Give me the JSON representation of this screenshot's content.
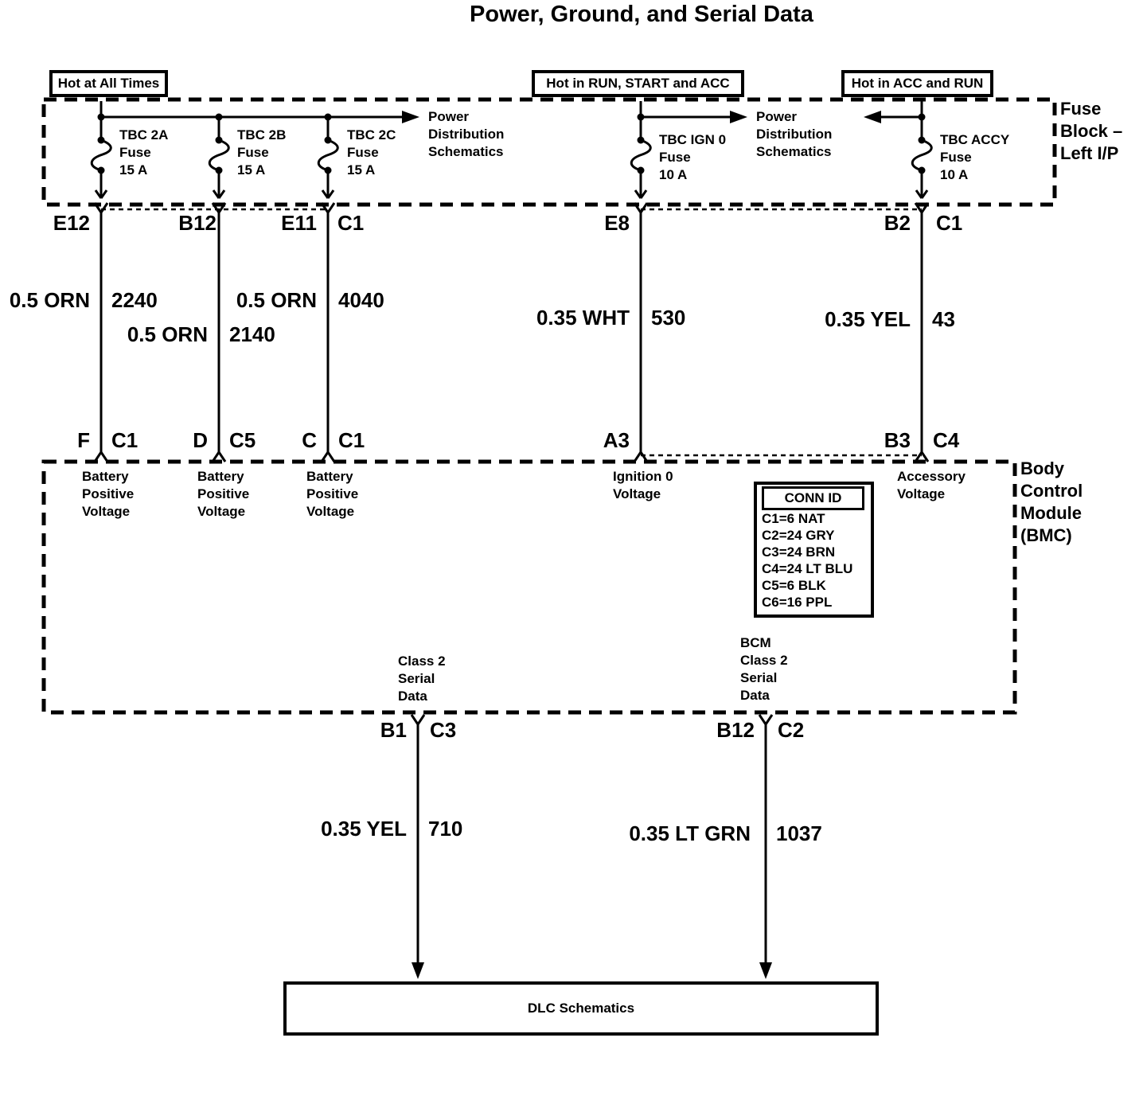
{
  "title": "Power, Ground, and Serial Data",
  "banners": {
    "hot_all_times": "Hot at All Times",
    "hot_run_start_acc": "Hot in RUN, START and ACC",
    "hot_acc_run": "Hot in ACC and RUN"
  },
  "fuse_block": {
    "name_lines": [
      "Fuse",
      "Block –",
      "Left I/P"
    ],
    "fuses": [
      {
        "name": "TBC 2A",
        "type": "Fuse",
        "rating": "15 A"
      },
      {
        "name": "TBC 2B",
        "type": "Fuse",
        "rating": "15 A"
      },
      {
        "name": "TBC 2C",
        "type": "Fuse",
        "rating": "15 A"
      },
      {
        "name": "TBC IGN 0",
        "type": "Fuse",
        "rating": "10 A"
      },
      {
        "name": "TBC ACCY",
        "type": "Fuse",
        "rating": "10 A"
      }
    ]
  },
  "power_distribution": {
    "lines": [
      "Power",
      "Distribution",
      "Schematics"
    ]
  },
  "connector_pins": {
    "fuse_block_row": [
      "E12",
      "B12",
      "E11",
      "C1",
      "E8",
      "B2",
      "C1"
    ],
    "bcm_top_row": [
      "F",
      "C1",
      "D",
      "C5",
      "C",
      "C1",
      "A3",
      "B3",
      "C4"
    ],
    "bcm_bottom_row": [
      "B1",
      "C3",
      "B12",
      "C2"
    ]
  },
  "wires": [
    {
      "gauge_color": "0.5 ORN",
      "circuit": "2240"
    },
    {
      "gauge_color": "0.5 ORN",
      "circuit": "2140"
    },
    {
      "gauge_color": "0.5 ORN",
      "circuit": "4040"
    },
    {
      "gauge_color": "0.35 WHT",
      "circuit": "530"
    },
    {
      "gauge_color": "0.35 YEL",
      "circuit": "43"
    },
    {
      "gauge_color": "0.35 YEL",
      "circuit": "710"
    },
    {
      "gauge_color": "0.35 LT GRN",
      "circuit": "1037"
    }
  ],
  "bcm": {
    "name_lines": [
      "Body",
      "Control",
      "Module",
      "(BMC)"
    ],
    "inputs": {
      "battery": [
        "Battery",
        "Positive",
        "Voltage"
      ],
      "ignition": [
        "Ignition 0",
        "Voltage"
      ],
      "accessory": [
        "Accessory",
        "Voltage"
      ]
    },
    "conn_id": {
      "header": "CONN ID",
      "rows": [
        "C1=6 NAT",
        "C2=24 GRY",
        "C3=24 BRN",
        "C4=24 LT BLU",
        "C5=6 BLK",
        "C6=16 PPL"
      ]
    },
    "serial": {
      "class2": [
        "Class 2",
        "Serial",
        "Data"
      ],
      "bcm_class2": [
        "BCM",
        "Class 2",
        "Serial",
        "Data"
      ]
    }
  },
  "dlc": {
    "label": "DLC Schematics"
  },
  "colors": {
    "ink": "#000000",
    "paper": "#ffffff"
  }
}
